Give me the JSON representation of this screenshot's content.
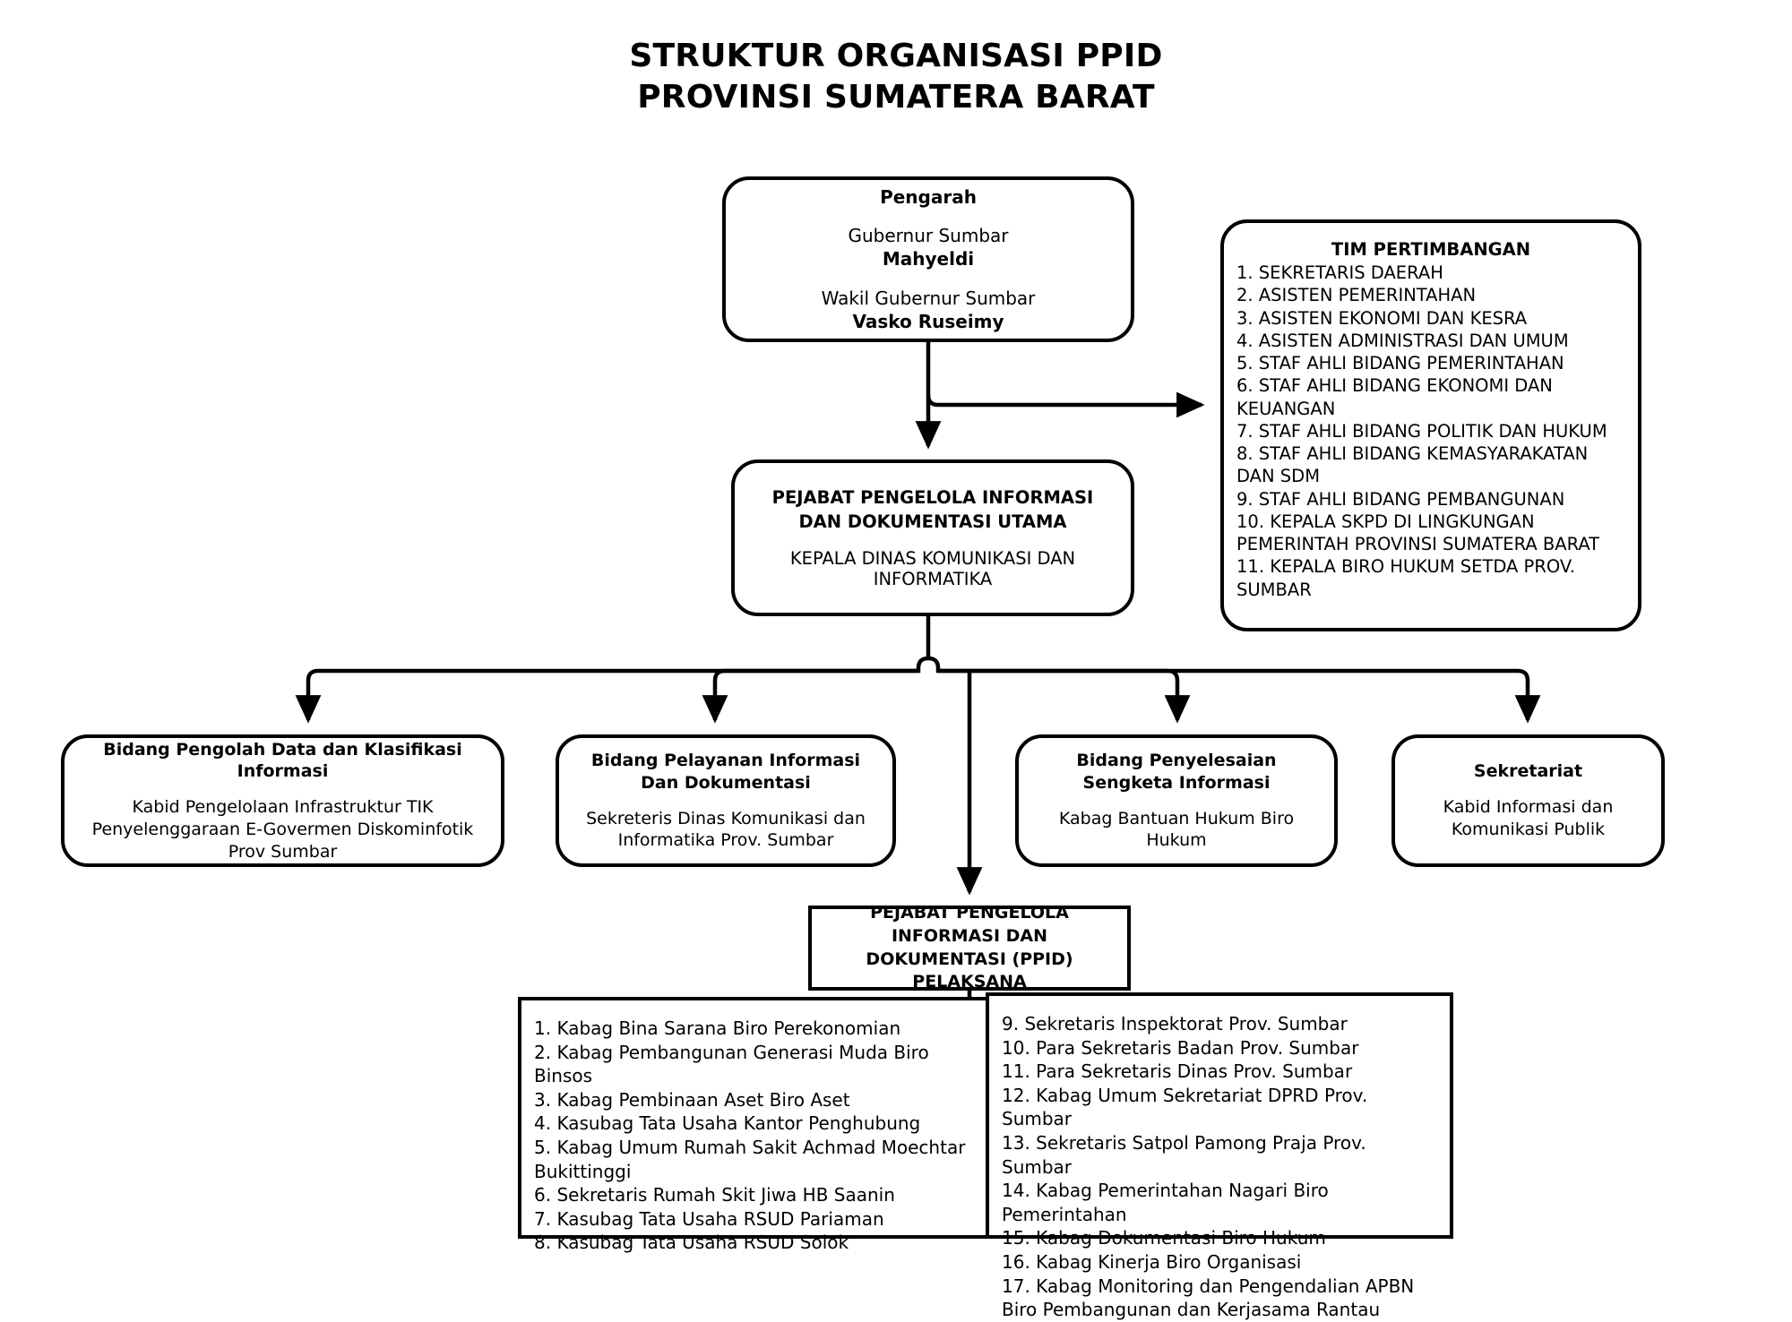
{
  "title": {
    "line1": "STRUKTUR ORGANISASI PPID",
    "line2": "PROVINSI SUMATERA BARAT"
  },
  "pengarah": {
    "heading": "Pengarah",
    "role1": "Gubernur Sumbar",
    "name1": "Mahyeldi",
    "role2": "Wakil Gubernur Sumbar",
    "name2": "Vasko Ruseimy"
  },
  "tim_pertimbangan": {
    "heading": "TIM PERTIMBANGAN",
    "items": [
      "1. SEKRETARIS DAERAH",
      "2. ASISTEN PEMERINTAHAN",
      "3. ASISTEN EKONOMI DAN KESRA",
      "4. ASISTEN ADMINISTRASI DAN UMUM",
      "5. STAF AHLI BIDANG PEMERINTAHAN",
      "6. STAF AHLI BIDANG EKONOMI DAN KEUANGAN",
      "7. STAF AHLI BIDANG POLITIK DAN HUKUM",
      "8. STAF AHLI BIDANG KEMASYARAKATAN DAN SDM",
      "9. STAF AHLI BIDANG PEMBANGUNAN",
      "10. KEPALA SKPD DI LINGKUNGAN PEMERINTAH PROVINSI SUMATERA BARAT",
      "11. KEPALA BIRO HUKUM SETDA PROV. SUMBAR"
    ]
  },
  "ppid_utama": {
    "heading": "PEJABAT PENGELOLA INFORMASI DAN DOKUMENTASI UTAMA",
    "subtitle": "KEPALA DINAS KOMUNIKASI DAN INFORMATIKA"
  },
  "bidang": [
    {
      "heading": "Bidang Pengolah Data dan Klasifikasi Informasi",
      "subtitle": "Kabid Pengelolaan Infrastruktur TIK Penyelenggaraan E-Govermen Diskominfotik Prov Sumbar"
    },
    {
      "heading": "Bidang Pelayanan Informasi Dan Dokumentasi",
      "subtitle": "Sekreteris Dinas Komunikasi dan Informatika Prov. Sumbar"
    },
    {
      "heading": "Bidang Penyelesaian Sengketa Informasi",
      "subtitle": "Kabag Bantuan Hukum Biro Hukum"
    },
    {
      "heading": "Sekretariat",
      "subtitle": "Kabid Informasi dan Komunikasi Publik"
    }
  ],
  "ppid_pelaksana": {
    "heading": "PEJABAT PENGELOLA INFORMASI DAN DOKUMENTASI (PPID) PELAKSANA",
    "left_items": [
      "1. Kabag Bina Sarana Biro Perekonomian",
      "2. Kabag Pembangunan Generasi Muda Biro Binsos",
      "3. Kabag Pembinaan Aset Biro Aset",
      "4. Kasubag Tata Usaha Kantor Penghubung",
      "5. Kabag Umum Rumah Sakit Achmad Moechtar Bukittinggi",
      "6. Sekretaris Rumah Skit Jiwa HB Saanin",
      "7. Kasubag Tata Usaha RSUD Pariaman",
      "8. Kasubag Tata Usaha RSUD Solok"
    ],
    "right_items": [
      "9. Sekretaris Inspektorat Prov. Sumbar",
      "10. Para Sekretaris Badan Prov. Sumbar",
      "11. Para Sekretaris Dinas Prov. Sumbar",
      "12. Kabag Umum Sekretariat DPRD Prov. Sumbar",
      "13. Sekretaris Satpol Pamong Praja Prov. Sumbar",
      "14. Kabag Pemerintahan Nagari Biro Pemerintahan",
      "15. Kabag Dokumentasi Biro Hukum",
      "16. Kabag Kinerja Biro Organisasi",
      "17. Kabag Monitoring dan Pengendalian APBN Biro Pembangunan dan Kerjasama Rantau"
    ]
  },
  "colors": {
    "stroke": "#000000",
    "background": "#ffffff",
    "text": "#000000"
  }
}
